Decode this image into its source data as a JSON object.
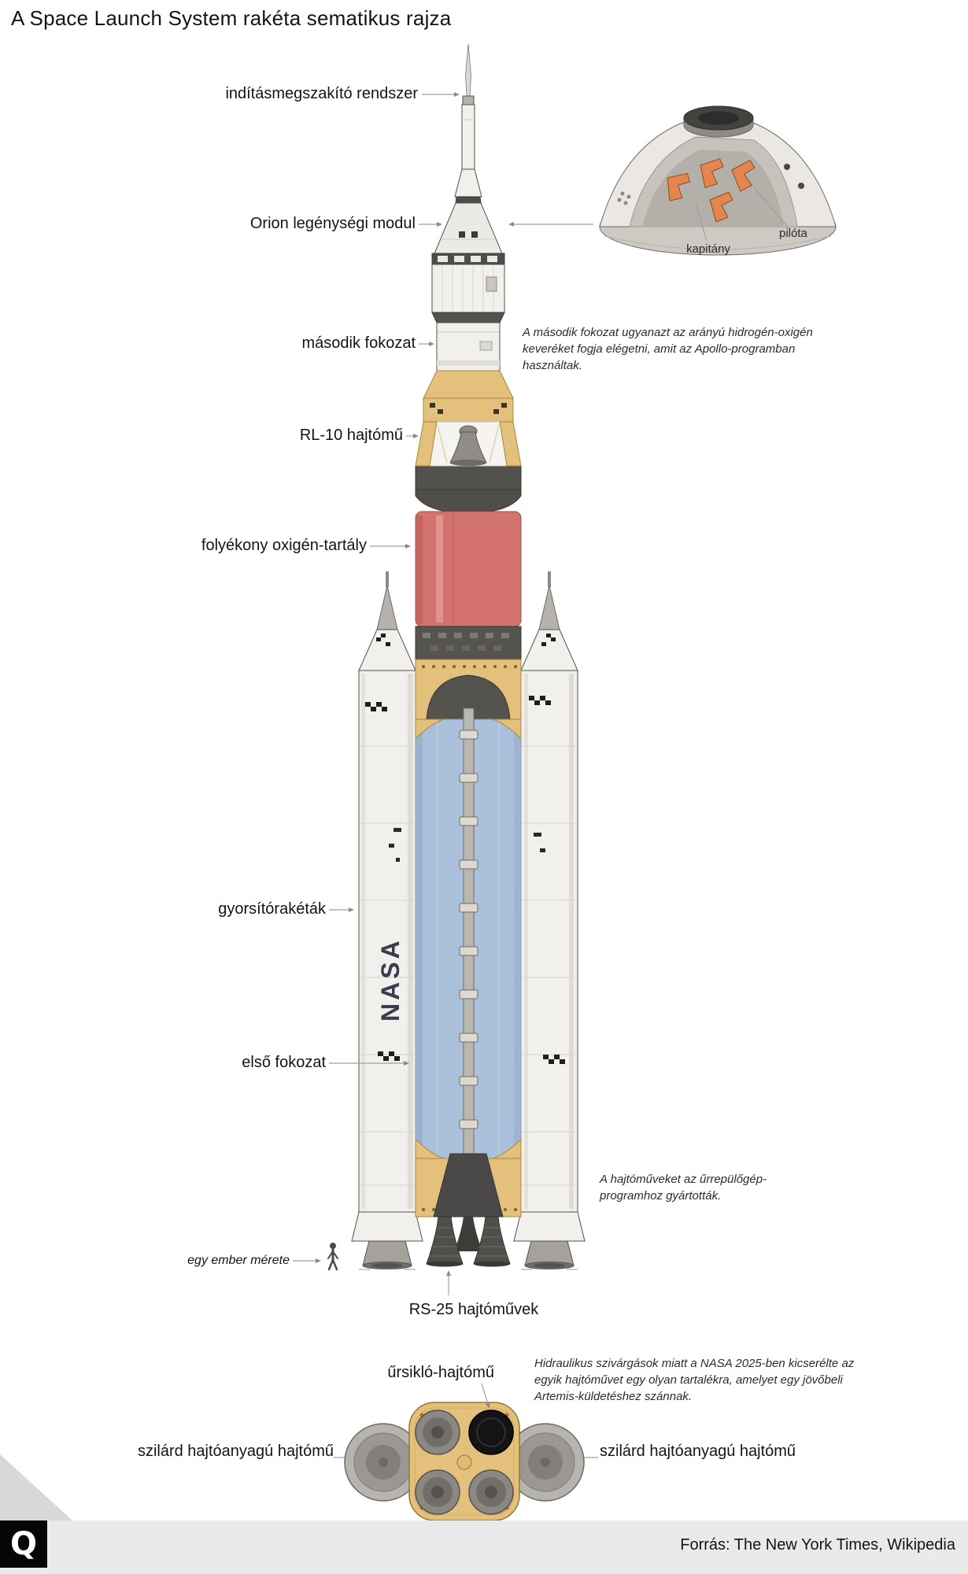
{
  "title": "A Space Launch System rakéta sematikus rajza",
  "labels": {
    "abort_system": "indításmegszakító rendszer",
    "orion_module": "Orion legénységi modul",
    "second_stage": "második fokozat",
    "rl10_engine": "RL-10 hajtómű",
    "lox_tank": "folyékony oxigén-tartály",
    "boosters": "gyorsítórakéták",
    "first_stage": "első fokozat",
    "human_scale": "egy ember mérete",
    "rs25_engines": "RS-25 hajtóművek",
    "shuttle_engine": "űrsikló-hajtómű",
    "srb_left": "szilárd hajtóanyagú hajtómű",
    "srb_right": "szilárd hajtóanyagú hajtómű"
  },
  "annotations": {
    "second_stage_note": "A második fokozat ugyanazt az arányú hidrogén-oxigén keveréket fogja elégetni, amit az Apollo-programban használtak.",
    "engines_origin_note": "A hajtóműveket az űrrepülőgép-programhoz gyártották.",
    "engine_swap_note": "Hidraulikus szivárgások miatt a NASA 2025-ben kicserélte az egyik hajtóművet egy olyan tartalékra, amelyet egy jövőbeli Artemis-küldetéshez szánnak."
  },
  "capsule_inset": {
    "captain_label": "kapitány",
    "pilot_label": "pilóta"
  },
  "rocket": {
    "nasa_marking": "NASA"
  },
  "footer": {
    "source": "Forrás: The New York Times, Wikipedia",
    "logo_letter": "Q"
  },
  "colors": {
    "tan": "#e3c17d",
    "lox_red": "#d4736e",
    "lh2_blue": "#abc0da",
    "seat_orange": "#e2854e",
    "booster_white": "#f2f0ec"
  }
}
